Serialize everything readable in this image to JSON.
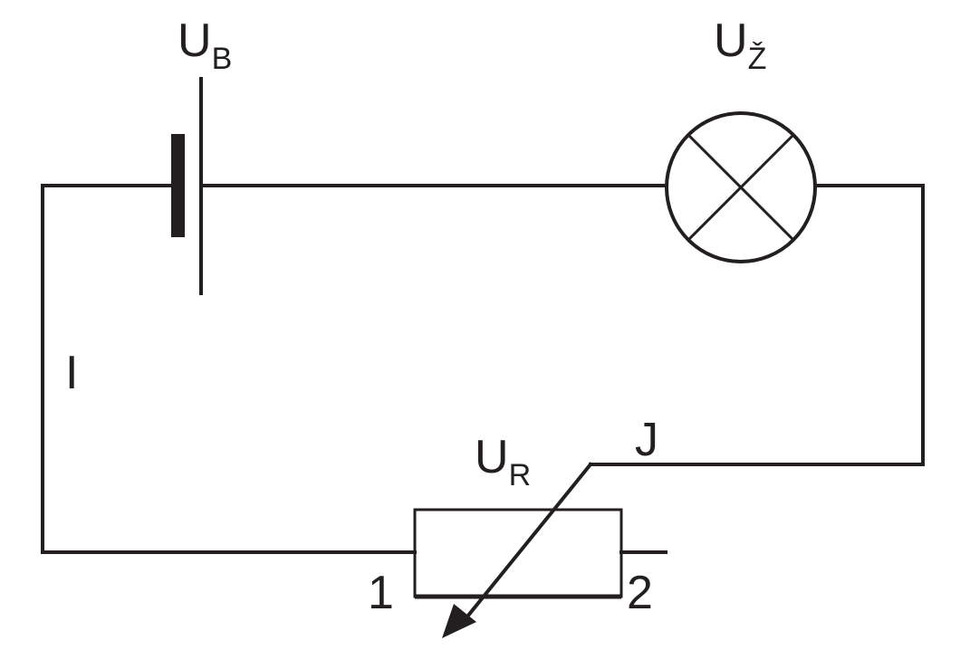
{
  "labels": {
    "battery_main": "U",
    "battery_sub": "B",
    "bulb_main": "U",
    "bulb_sub": "Ž",
    "resistor_main": "U",
    "resistor_sub": "R",
    "current": "I",
    "junction": "J",
    "terminal_1": "1",
    "terminal_2": "2"
  },
  "colors": {
    "stroke": "#231f20",
    "background": "#ffffff"
  }
}
